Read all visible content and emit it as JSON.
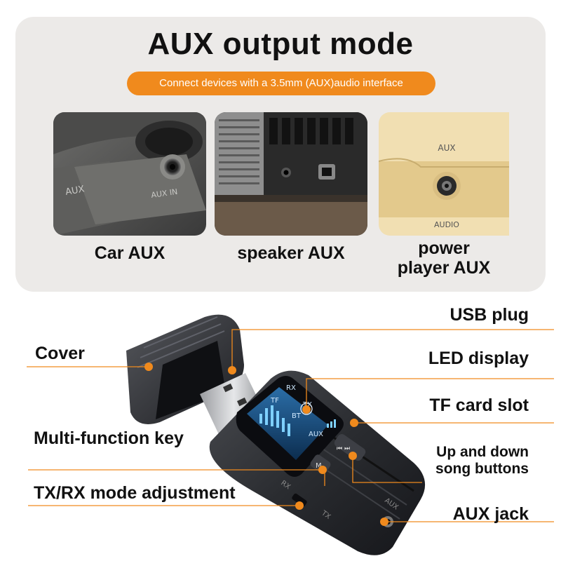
{
  "header": {
    "title": "AUX output mode",
    "subtitle": "Connect devices with a 3.5mm (AUX)audio interface"
  },
  "examples": [
    {
      "caption": "Car AUX",
      "photo_labels": [
        "AUX",
        "AUX IN"
      ]
    },
    {
      "caption": "speaker AUX"
    },
    {
      "caption_line1": "power",
      "caption_line2": "player AUX",
      "photo_labels": [
        "AUX",
        "AUDIO"
      ]
    }
  ],
  "callouts": {
    "left": [
      "Cover",
      "Multi-function key",
      "TX/RX mode adjustment"
    ],
    "right": [
      "USB plug",
      "LED display",
      "TF card slot",
      "Up and down",
      "song buttons",
      "AUX jack"
    ]
  },
  "device": {
    "screen": {
      "rx": "RX",
      "tx": "TX",
      "tf": "TF",
      "bt": "BT",
      "aux": "AUX"
    },
    "buttons": {
      "mode": "M",
      "prev_next": "⏮ ⏭"
    },
    "side_labels": {
      "rx": "RX",
      "tx": "TX",
      "aux": "AUX"
    }
  },
  "colors": {
    "accent": "#f08a1d",
    "panel": "#eceae8",
    "text": "#111111",
    "device_body": "#25272b"
  }
}
